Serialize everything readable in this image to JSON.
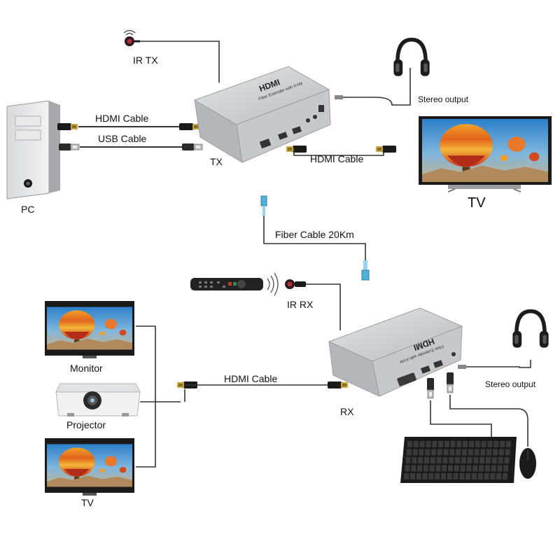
{
  "labels": {
    "ir_tx": "IR TX",
    "pc": "PC",
    "hdmi_cable_pc": "HDMI Cable",
    "usb_cable_pc": "USB Cable",
    "tx": "TX",
    "hdmi_cable_tv": "HDMI Cable",
    "stereo_output_top": "Stereo output",
    "tv_top": "TV",
    "fiber_cable": "Fiber Cable 20Km",
    "ir_rx": "IR RX",
    "monitor": "Monitor",
    "projector": "Projector",
    "tv_bottom": "TV",
    "hdmi_cable_rx": "HDMI Cable",
    "rx": "RX",
    "stereo_output_bottom": "Stereo output"
  },
  "device_text": {
    "tx_logo": "HDMI",
    "tx_subtitle": "Fiber Extender with KVM",
    "rx_logo": "HDMI",
    "rx_subtitle": "Fiber Extender with KVM"
  },
  "colors": {
    "device_body": "#c9cacc",
    "device_top": "#dedfe1",
    "cable": "#333333",
    "hdmi_plug": "#1a1a1a",
    "hdmi_tip": "#c9a640",
    "fiber_connector": "#4fb3d9",
    "sky": "#3d8fd0",
    "balloon_orange": "#f08a1c",
    "balloon_red": "#d6341a"
  },
  "icons": [
    "ir-sensor-icon",
    "headphones-icon",
    "remote-control-icon",
    "keyboard-icon",
    "mouse-icon",
    "usb-plug-icon",
    "hdmi-plug-icon",
    "fiber-connector-icon"
  ]
}
